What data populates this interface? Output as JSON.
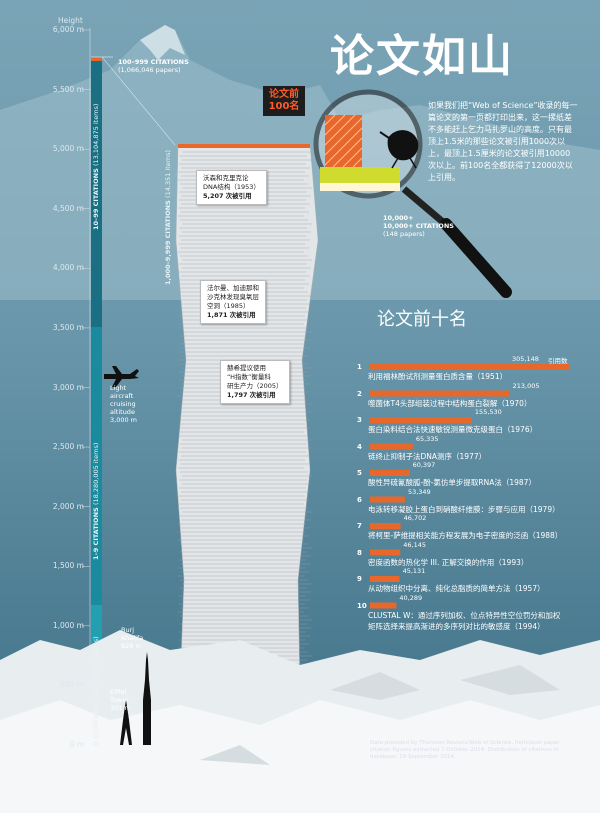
{
  "title": "论文如山",
  "axis": {
    "label": "Height",
    "ticks": [
      "6,000 m",
      "5,500 m",
      "5,000 m",
      "4,500 m",
      "4,000 m",
      "3,500 m",
      "3,000 m",
      "2,500 m",
      "2,000 m",
      "1,500 m",
      "1,000 m",
      "500 m",
      "0 m"
    ]
  },
  "bands": [
    {
      "label": "0 CITATIONS",
      "sub": "(26,332,751 items)"
    },
    {
      "label": "1–9 CITATIONS",
      "sub": "(18,280,005 items)"
    },
    {
      "label": "10–99 CITATIONS",
      "sub": "(13,104,875 items)"
    },
    {
      "label": "1,000–9,999 CITATIONS",
      "sub": "(14,351 items)"
    }
  ],
  "callout_100_999": {
    "label": "100–999 CITATIONS",
    "sub": "(1,066,046 papers)"
  },
  "callout_10000": {
    "label": "10,000+ CITATIONS",
    "sub": "(148 papers)"
  },
  "top100_badge": {
    "line1": "论文前",
    "line2": "100名"
  },
  "intro": "如果我们把“Web of Science”收录的每一篇论文的第一页都打印出来，这一摞纸差不多能赶上乞力马扎罗山的高度。只有最顶上1.5米的那些论文被引用1000次以上，最顶上1.5厘米的论文被引用10000次以上。前100名全都获得了12000次以上引用。",
  "landmarks": {
    "plane": {
      "line1": "Light",
      "line2": "aircraft",
      "line3": "cruising",
      "line4": "altitude",
      "line5": "3,000 m"
    },
    "burj": {
      "line1": "Burj",
      "line2": "Khalifa",
      "line3": "828 m"
    },
    "eiffel": {
      "line1": "Eiffel",
      "line2": "Tower",
      "line3": "301 m"
    }
  },
  "paper_cards": [
    {
      "line1": "沃森和克里克论",
      "line2": "DNA结构（1953）",
      "count": "5,207",
      "unit": "次被引用"
    },
    {
      "line1": "法尔曼、加迪那和",
      "line2": "沙克林发现臭氧层",
      "line3": "空洞（1985）",
      "count": "1,871",
      "unit": "次被引用"
    },
    {
      "line1": "赫希提议使用",
      "line2": "“H指数”衡量科",
      "line3": "研生产力（2005）",
      "count": "1,797",
      "unit": "次被引用"
    }
  ],
  "top10": {
    "heading": "论文前十名",
    "unit": "引用数",
    "items": [
      {
        "rank": "1",
        "value_label": "305,148",
        "title": "利用福林酚试剂测量蛋白质含量（1951）"
      },
      {
        "rank": "2",
        "value_label": "213,005",
        "title": "噬菌体T4头部组装过程中结构蛋白裂解（1970）"
      },
      {
        "rank": "3",
        "value_label": "155,530",
        "title": "蛋白染料结合法快速敏锐测量微克级蛋白（1976）"
      },
      {
        "rank": "4",
        "value_label": "65,335",
        "title": "链终止抑制子法DNA测序（1977）"
      },
      {
        "rank": "5",
        "value_label": "60,397",
        "title": "酸性异硫氰酸胍-酚-氯仿单步提取RNA法（1987）"
      },
      {
        "rank": "6",
        "value_label": "53,349",
        "title": "电泳转移凝胶上蛋白到硝酸纤维膜：步骤与应用（1979）"
      },
      {
        "rank": "7",
        "value_label": "46,702",
        "title": "将柯里-萨维提相关能方程发展为电子密度的泛函（1988）"
      },
      {
        "rank": "8",
        "value_label": "46,145",
        "title": "密度函数的热化学 III. 正解交换的作用（1993）"
      },
      {
        "rank": "9",
        "value_label": "45,131",
        "title": "从动物组织中分离、纯化总脂质的简单方法（1957）"
      },
      {
        "rank": "10",
        "value_label": "40,289",
        "title": "CLUSTAL W：通过序列加权、位点特异性空位罚分和加权",
        "title2": "矩阵选择来提高渐进的多序列对比的敏感度（1994）"
      }
    ]
  },
  "source_note": "Data provided by Thomson Reuters/Web of Science. Individual paper citation figures extracted 7 October 2014. Distribution of citations in database: 19 September 2014.",
  "chart_data": [
    {
      "type": "bar",
      "title": "论文前十名",
      "categories": [
        "1",
        "2",
        "3",
        "4",
        "5",
        "6",
        "7",
        "8",
        "9",
        "10"
      ],
      "values": [
        305148,
        213005,
        155530,
        65335,
        60397,
        53349,
        46702,
        46145,
        45131,
        40289
      ],
      "ylabel": "引用数"
    }
  ],
  "colors": {
    "accent": "#e8672a",
    "band_dark": "#1a8a9e",
    "yellow_green": "#cfdc2e",
    "text_dark": "#1d3a48"
  }
}
